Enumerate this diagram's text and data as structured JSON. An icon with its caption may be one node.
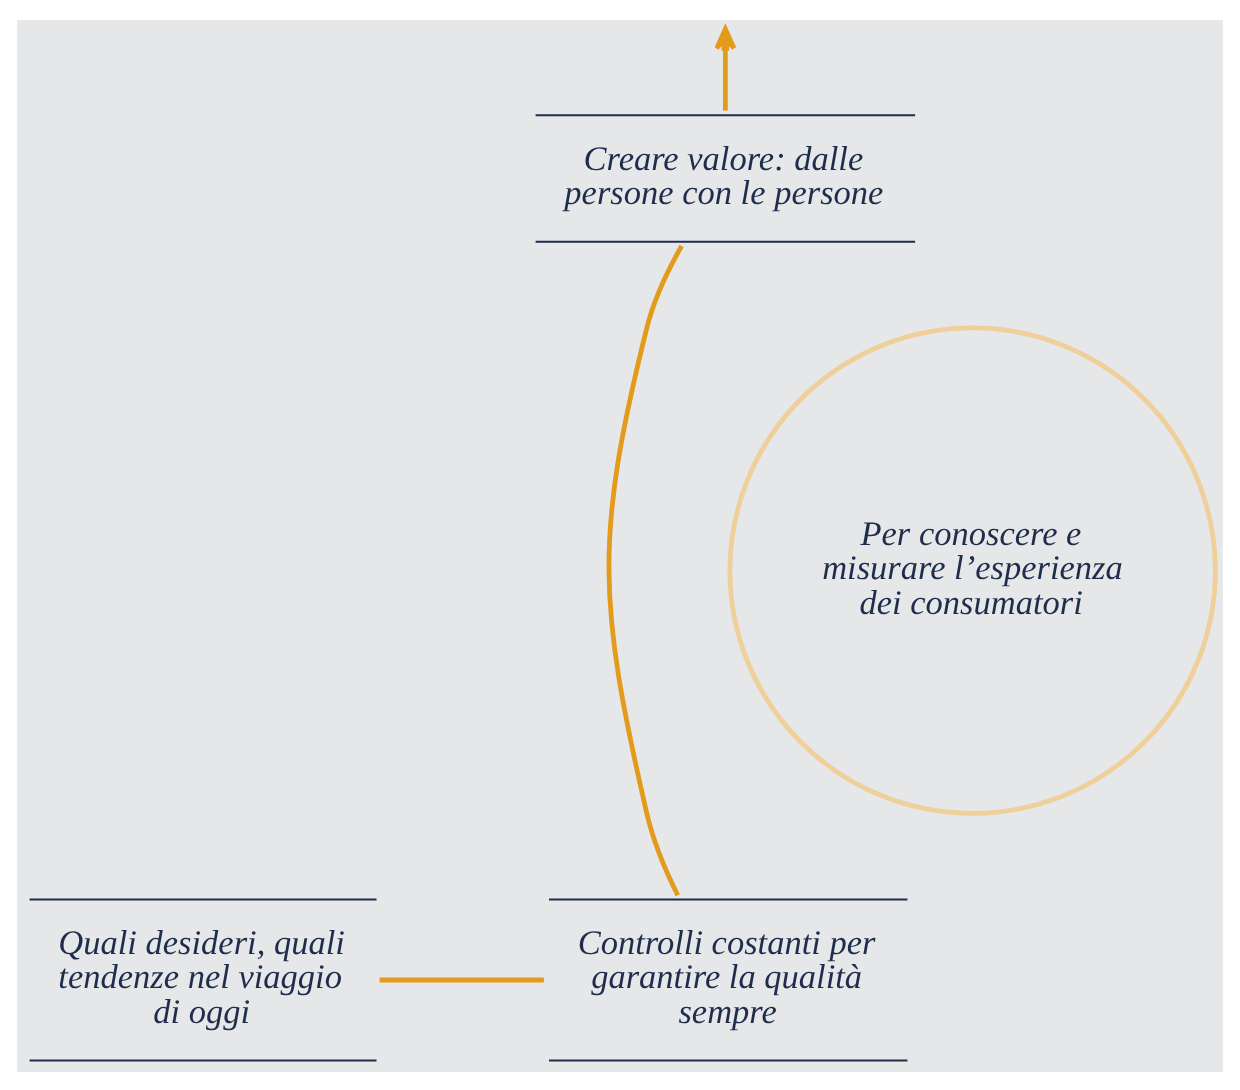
{
  "diagram": {
    "nodes": [
      {
        "text": [
          "Creare valore: dalle persone con le persone"
        ]
      },
      {
        "text": [
          "Per conoscere e misurare l’esperienza dei consumatori"
        ]
      },
      {
        "text": [
          "Controlli costanti per garantire la qualità sempre"
        ]
      },
      {
        "text": [
          "Quali desideri, quali tendenze nel viaggio di oggi"
        ]
      }
    ],
    "edges": [
      {
        "from": 3,
        "to": 2,
        "arrow": "none"
      },
      {
        "from": 2,
        "to": 0,
        "arrow": "none"
      },
      {
        "from": 0,
        "to": null,
        "arrow": "to"
      }
    ]
  }
}
